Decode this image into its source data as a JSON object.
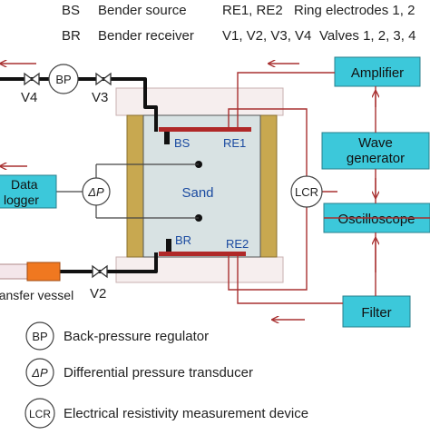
{
  "legend_top": {
    "bs_abbr": "BS",
    "bs_desc": "Bender source",
    "br_abbr": "BR",
    "br_desc": "Bender receiver",
    "re_abbr": "RE1, RE2",
    "re_desc": "Ring electrodes 1, 2",
    "v_abbr": "V1, V2, V3, V4",
    "v_desc": "Valves 1, 2, 3, 4"
  },
  "valves": {
    "v4": "V4",
    "v3": "V3",
    "v2": "V2"
  },
  "gauges": {
    "bp": "BP",
    "dp": "ΔP",
    "lcr": "LCR"
  },
  "cell": {
    "sample": "Sand",
    "bs": "BS",
    "br": "BR",
    "re1": "RE1",
    "re2": "RE2"
  },
  "boxes": {
    "amplifier": "Amplifier",
    "wave_line1": "Wave",
    "wave_line2": "generator",
    "oscilloscope": "Oscilloscope",
    "filter": "Filter",
    "data_line1": "Data",
    "data_line2": "logger"
  },
  "transfer_vessel_label": "Transfer vessel",
  "legend_bottom": [
    {
      "sym": "BP",
      "text": "Back-pressure regulator"
    },
    {
      "sym": "ΔP",
      "text": "Differential pressure transducer"
    },
    {
      "sym": "LCR",
      "text": "Electrical resistivity measurement device"
    }
  ],
  "colors": {
    "box_fill": "#3cc8da",
    "box_stroke": "#2a7f8c",
    "sand": "#d8e2e3",
    "porous_stone": "#c8a850",
    "electrode": "#b02828",
    "wire": "#a83030",
    "pipe": "#111111",
    "vessel_orange": "#f07820"
  }
}
